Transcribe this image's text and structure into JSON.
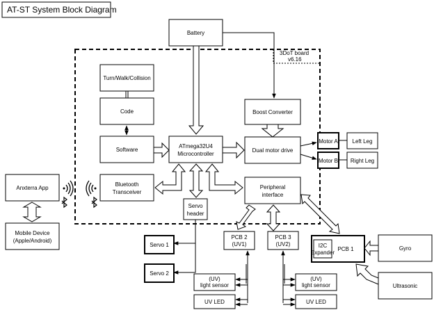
{
  "title": "AT-ST System Block Diagram",
  "board_label_line1": "3DoT board",
  "board_label_line2": "v6.16",
  "blocks": {
    "battery": "Battery",
    "turn_walk": "Turn/Walk/Collision",
    "code": "Code",
    "software": "Software",
    "bluetooth_line1": "Bluetooth",
    "bluetooth_line2": "Transceiver",
    "mcu_line1": "ATmega32U4",
    "mcu_line2": "Microcontroller",
    "servo_header_line1": "Servo",
    "servo_header_line2": "header",
    "boost": "Boost Converter",
    "motor_drive": "Dual motor drive",
    "peripheral_line1": "Peripheral",
    "peripheral_line2": "interface",
    "motor_a": "Motor A",
    "motor_b": "Motor B",
    "left_leg": "Left Leg",
    "right_leg": "Right Leg",
    "app": "Anxterra App",
    "mobile_line1": "Mobile Device",
    "mobile_line2": "(Apple/Android)",
    "servo1": "Servo 1",
    "servo2": "Servo 2",
    "pcb2_line1": "PCB 2",
    "pcb2_line2": "(UV1)",
    "pcb3_line1": "PCB 3",
    "pcb3_line2": "(UV2)",
    "pcb1": "PCB 1",
    "i2c_line1": "I2C",
    "i2c_line2": "Expander",
    "gyro": "Gyro",
    "ultrasonic": "Ultrasonic",
    "uv_sensor1_line1": "(UV)",
    "uv_sensor1_line2": "light sensor",
    "uv_sensor2_line1": "(UV)",
    "uv_sensor2_line2": "light sensor",
    "uv_led1": "UV LED",
    "uv_led2": "UV LED"
  },
  "icons": [
    "wireless-signal-icon",
    "bluetooth-icon"
  ]
}
